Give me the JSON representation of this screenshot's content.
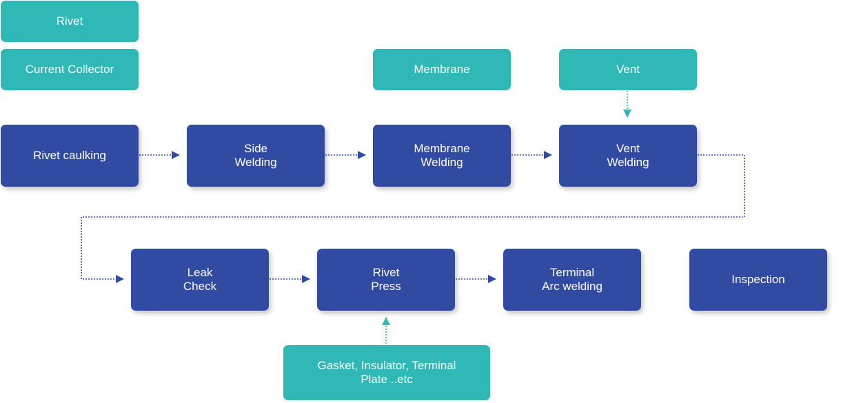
{
  "colors": {
    "input_box": "#2fb8b5",
    "process_box": "#324ba2",
    "process_arrow": "#324ba2",
    "input_arrow": "#2fb8b5",
    "text": "#ffffff"
  },
  "inputs": {
    "rivet": "Rivet",
    "current_collector": "Current Collector",
    "membrane": "Membrane",
    "vent": "Vent",
    "gasket": "Gasket, Insulator, Terminal\nPlate ..etc"
  },
  "steps": {
    "rivet_caulking": "Rivet caulking",
    "side_welding": "Side\nWelding",
    "membrane_welding": "Membrane\nWelding",
    "vent_welding": "Vent\nWelding",
    "leak_check": "Leak\nCheck",
    "rivet_press": "Rivet\nPress",
    "terminal_arc_welding": "Terminal\nArc welding",
    "inspection": "Inspection"
  }
}
